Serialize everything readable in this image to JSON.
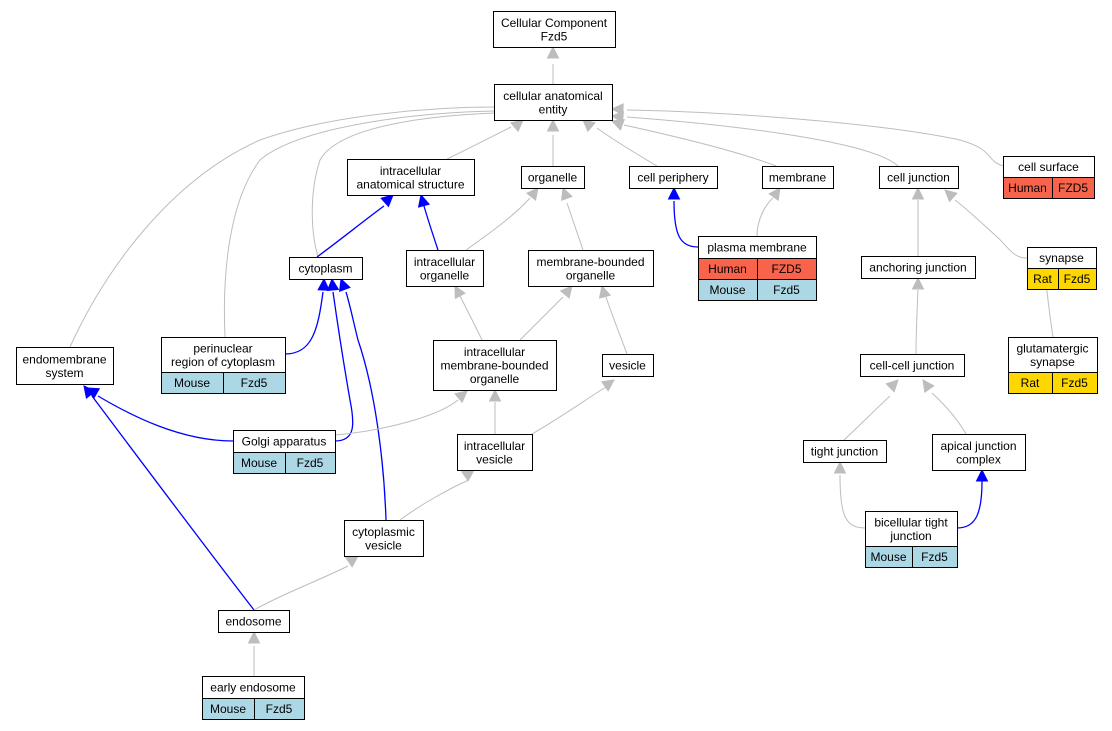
{
  "colors": {
    "is_a_edge": "#bdbdbd",
    "part_of_edge": "#0000ff",
    "species": {
      "Human": "#f8634b",
      "Mouse": "#acd8e6",
      "Rat": "#ffd700"
    }
  },
  "nodes": {
    "root": {
      "lines": [
        "Cellular Component",
        "Fzd5"
      ]
    },
    "cae": {
      "lines": [
        "cellular anatomical",
        "entity"
      ]
    },
    "ias": {
      "lines": [
        "intracellular",
        "anatomical structure"
      ]
    },
    "organelle": {
      "lines": [
        "organelle"
      ]
    },
    "cellperiph": {
      "lines": [
        "cell periphery"
      ]
    },
    "membrane": {
      "lines": [
        "membrane"
      ]
    },
    "celljunction": {
      "lines": [
        "cell junction"
      ]
    },
    "cellsurface": {
      "lines": [
        "cell surface"
      ],
      "annotations": [
        [
          "Human",
          "FZD5"
        ]
      ]
    },
    "cytoplasm": {
      "lines": [
        "cytoplasm"
      ]
    },
    "ico": {
      "lines": [
        "intracellular",
        "organelle"
      ]
    },
    "mbo": {
      "lines": [
        "membrane-bounded",
        "organelle"
      ]
    },
    "plasmamem": {
      "lines": [
        "plasma membrane"
      ],
      "annotations": [
        [
          "Human",
          "FZD5"
        ],
        [
          "Mouse",
          "Fzd5"
        ]
      ]
    },
    "anchoring": {
      "lines": [
        "anchoring junction"
      ]
    },
    "synapse": {
      "lines": [
        "synapse"
      ],
      "annotations": [
        [
          "Rat",
          "Fzd5"
        ]
      ]
    },
    "endomem": {
      "lines": [
        "endomembrane",
        "system"
      ]
    },
    "perinuclear": {
      "lines": [
        "perinuclear",
        "region of cytoplasm"
      ],
      "annotations": [
        [
          "Mouse",
          "Fzd5"
        ]
      ]
    },
    "imbo": {
      "lines": [
        "intracellular",
        "membrane-bounded",
        "organelle"
      ]
    },
    "vesicle": {
      "lines": [
        "vesicle"
      ]
    },
    "glutamatergic": {
      "lines": [
        "glutamatergic",
        "synapse"
      ],
      "annotations": [
        [
          "Rat",
          "Fzd5"
        ]
      ]
    },
    "cellcell": {
      "lines": [
        "cell-cell junction"
      ]
    },
    "golgi": {
      "lines": [
        "Golgi apparatus"
      ],
      "annotations": [
        [
          "Mouse",
          "Fzd5"
        ]
      ]
    },
    "icv": {
      "lines": [
        "intracellular",
        "vesicle"
      ]
    },
    "tight": {
      "lines": [
        "tight junction"
      ]
    },
    "apical": {
      "lines": [
        "apical junction",
        "complex"
      ]
    },
    "cytovesicle": {
      "lines": [
        "cytoplasmic",
        "vesicle"
      ]
    },
    "bicellular": {
      "lines": [
        "bicellular tight",
        "junction"
      ],
      "annotations": [
        [
          "Mouse",
          "Fzd5"
        ]
      ]
    },
    "endosome": {
      "lines": [
        "endosome"
      ]
    },
    "early": {
      "lines": [
        "early endosome"
      ],
      "annotations": [
        [
          "Mouse",
          "Fzd5"
        ]
      ]
    }
  },
  "edges": [
    {
      "from": "cae",
      "to": "root",
      "type": "is_a"
    },
    {
      "from": "ias",
      "to": "cae",
      "type": "is_a"
    },
    {
      "from": "organelle",
      "to": "cae",
      "type": "is_a"
    },
    {
      "from": "cellperiph",
      "to": "cae",
      "type": "is_a"
    },
    {
      "from": "membrane",
      "to": "cae",
      "type": "is_a"
    },
    {
      "from": "celljunction",
      "to": "cae",
      "type": "is_a"
    },
    {
      "from": "cellsurface",
      "to": "cae",
      "type": "is_a"
    },
    {
      "from": "cytoplasm",
      "to": "cae",
      "type": "is_a"
    },
    {
      "from": "perinuclear",
      "to": "cae",
      "type": "is_a"
    },
    {
      "from": "endomem",
      "to": "cae",
      "type": "is_a"
    },
    {
      "from": "cytoplasm",
      "to": "ias",
      "type": "part_of"
    },
    {
      "from": "ico",
      "to": "ias",
      "type": "part_of"
    },
    {
      "from": "ico",
      "to": "organelle",
      "type": "is_a"
    },
    {
      "from": "mbo",
      "to": "organelle",
      "type": "is_a"
    },
    {
      "from": "plasmamem",
      "to": "cellperiph",
      "type": "part_of"
    },
    {
      "from": "plasmamem",
      "to": "membrane",
      "type": "is_a"
    },
    {
      "from": "anchoring",
      "to": "celljunction",
      "type": "is_a"
    },
    {
      "from": "synapse",
      "to": "celljunction",
      "type": "is_a"
    },
    {
      "from": "perinuclear",
      "to": "cytoplasm",
      "type": "part_of"
    },
    {
      "from": "golgi",
      "to": "cytoplasm",
      "type": "part_of"
    },
    {
      "from": "cytovesicle",
      "to": "cytoplasm",
      "type": "part_of"
    },
    {
      "from": "imbo",
      "to": "ico",
      "type": "is_a"
    },
    {
      "from": "imbo",
      "to": "mbo",
      "type": "is_a"
    },
    {
      "from": "vesicle",
      "to": "mbo",
      "type": "is_a"
    },
    {
      "from": "glutamatergic",
      "to": "synapse",
      "type": "is_a"
    },
    {
      "from": "cellcell",
      "to": "anchoring",
      "type": "is_a"
    },
    {
      "from": "golgi",
      "to": "imbo",
      "type": "is_a"
    },
    {
      "from": "golgi",
      "to": "endomem",
      "type": "part_of"
    },
    {
      "from": "endosome",
      "to": "endomem",
      "type": "part_of"
    },
    {
      "from": "icv",
      "to": "imbo",
      "type": "is_a"
    },
    {
      "from": "icv",
      "to": "vesicle",
      "type": "is_a"
    },
    {
      "from": "tight",
      "to": "cellcell",
      "type": "is_a"
    },
    {
      "from": "apical",
      "to": "cellcell",
      "type": "is_a"
    },
    {
      "from": "cytovesicle",
      "to": "icv",
      "type": "is_a"
    },
    {
      "from": "bicellular",
      "to": "tight",
      "type": "is_a"
    },
    {
      "from": "bicellular",
      "to": "apical",
      "type": "part_of"
    },
    {
      "from": "endosome",
      "to": "cytovesicle",
      "type": "is_a"
    },
    {
      "from": "early",
      "to": "endosome",
      "type": "is_a"
    }
  ]
}
